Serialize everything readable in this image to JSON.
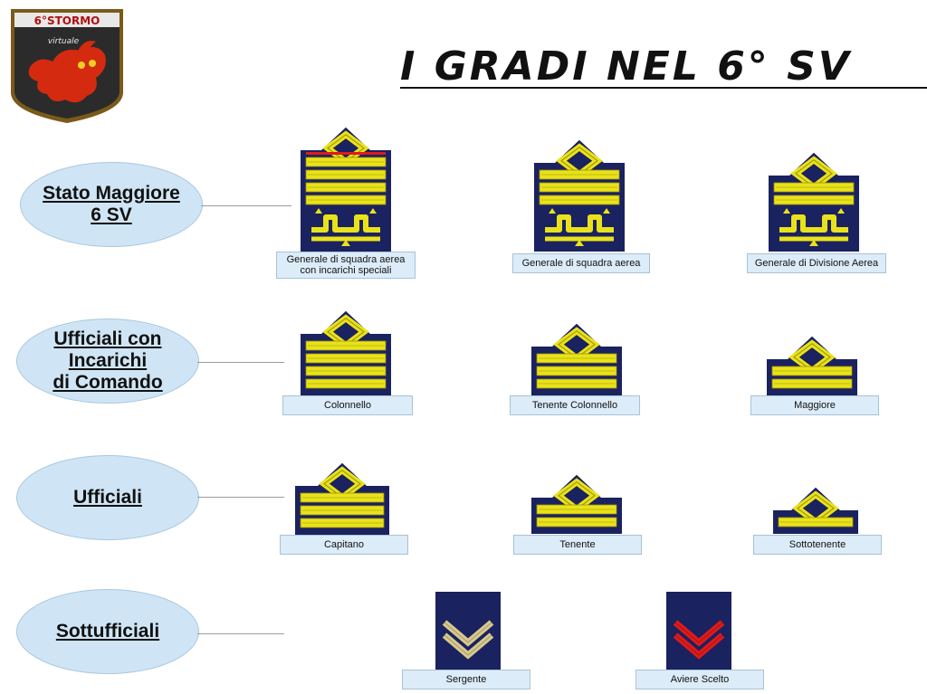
{
  "logo": {
    "top_text": "6°STORMO",
    "sub_text": "virtuale"
  },
  "title": "I GRADI NEL 6° SV",
  "categories": [
    {
      "name": "Stato Maggiore\n6 SV"
    },
    {
      "name": "Ufficiali con\nIncarichi\ndi Comando"
    },
    {
      "name": "Ufficiali"
    },
    {
      "name": "Sottufficiali"
    }
  ],
  "ranks": [
    {
      "label": "Generale di squadra aerea\ncon incarichi speciali",
      "bars": 4,
      "red_stripe": true,
      "icon": "general-shoulder-insignia-icon"
    },
    {
      "label": "Generale di squadra aerea",
      "bars": 3,
      "icon": "general-shoulder-insignia-icon"
    },
    {
      "label": "Generale di Divisione Aerea",
      "bars": 2,
      "icon": "general-shoulder-insignia-icon"
    },
    {
      "label": "Colonnello",
      "bars": 4,
      "icon": "officer-shoulder-insignia-icon"
    },
    {
      "label": "Tenente Colonnello",
      "bars": 3,
      "icon": "officer-shoulder-insignia-icon"
    },
    {
      "label": "Maggiore",
      "bars": 2,
      "icon": "officer-shoulder-insignia-icon"
    },
    {
      "label": "Capitano",
      "bars": 3,
      "icon": "officer-shoulder-insignia-icon"
    },
    {
      "label": "Tenente",
      "bars": 2,
      "icon": "officer-shoulder-insignia-icon"
    },
    {
      "label": "Sottotenente",
      "bars": 1,
      "icon": "officer-shoulder-insignia-icon"
    },
    {
      "label": "Sergente",
      "chevron_color": "#d8c98c",
      "icon": "sergeant-chevron-icon"
    },
    {
      "label": "Aviere Scelto",
      "chevron_color": "#e01a1a",
      "icon": "airman-chevron-icon"
    }
  ],
  "colors": {
    "navy": "#1a2260",
    "gold": "#e9e21a",
    "gold_dark": "#9a8f0a",
    "red": "#e01a1a",
    "ellipse": "#cfe5f5"
  }
}
